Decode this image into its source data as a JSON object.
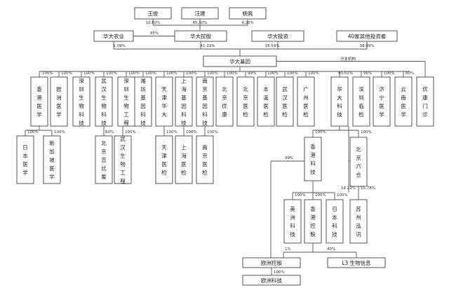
{
  "entities": {
    "wang_jun": "王俊",
    "wang_jian": "汪建",
    "yang_shuang": "杨爽",
    "huada_agri": "华大农业",
    "huada_holding": "华大控股",
    "huada_invest": "华大投资",
    "other_investors": "40家其他投资者",
    "bgi": "华大基因",
    "hk_medical": "香港医学",
    "eu_medical": "欧洲医学",
    "sz_biotech": "深圳生物科技",
    "wh_biotech": "武汉生物科技",
    "sz_bioeng": "深圳生物工程",
    "wf_gene": "潍坊基因科技",
    "tj_huada": "天津华大",
    "sh_gene": "上海基因科技",
    "nj_gene": "南京基因科技",
    "bj_youkang": "北京优康",
    "bj_lab": "北京医检",
    "benxi_lab": "本溪医检",
    "wh_lab": "武汉医检",
    "gz_lab": "广州医检",
    "huada_tech": "华大科技",
    "sz_clinical": "深圳临检",
    "jn_medical": "济宁医学",
    "yn_medical": "云南医学",
    "youkang_clinic": "优康门诊",
    "jp_medical": "日本医学",
    "sg_medical": "新加坡医学",
    "bj_jibiai": "北京吉比爱",
    "wh_bioeng": "武汉生物工程",
    "tj_lab": "天津医检",
    "sh_lab": "上海医检",
    "nj_lab": "南京医检",
    "hk_tech": "香港科技",
    "bj_liuhe": "北京六合",
    "us_tech": "美洲科技",
    "hk_holding": "香港控股",
    "jp_tech": "日本科技",
    "sz_youxun": "苏州泓讯",
    "eu_holding": "欧洲控股",
    "l3_bioinfo": "L3 生物信息",
    "eu_tech": "欧洲科技"
  },
  "labels": {
    "branch": "分支机构"
  },
  "shares": {
    "wang_jun": "10.50%",
    "wang_jian": "85.30%",
    "yang_shuang": "4.20%",
    "agri_holding": "95%",
    "agri_bgi": "1.09%",
    "holding_bgi": "41.33%",
    "invest_bgi": "18.59%",
    "others_bgi": "38.99%",
    "to_hk_medical": "100%",
    "to_eu_medical": "100%",
    "to_sz_biotech": "100%",
    "to_wh_biotech": "100%",
    "to_sz_bioeng": "100%",
    "to_wf_gene": "100%",
    "to_tj_huada": "100%",
    "to_sh_gene": "100%",
    "to_nj_gene": "100%",
    "to_bj_youkang": "100%",
    "to_bj_lab": "99%",
    "to_benxi_lab": "100%",
    "to_wh_lab": "100%",
    "to_gz_lab": "100%",
    "to_huada_tech": "90.01%",
    "to_sz_clinical": "96%",
    "to_jn_medical": "100%",
    "to_yn_medical": "80%",
    "to_jp_medical": "100%",
    "to_sg_medical": "100%",
    "to_bj_jibiai": "60%",
    "to_wh_bioeng": "100%",
    "to_tj_lab": "100%",
    "to_sh_lab": "100%",
    "to_nj_lab": "100%",
    "to_hk_tech": "100%",
    "to_bj_liuhe": "100%",
    "liuhe_a": "14.22%",
    "liuhe_b": "15.78%",
    "to_us_tech": "100%",
    "to_hk_holding": "100%",
    "to_jp_tech": "100%",
    "hk_tech_eu": "99%",
    "hkh_eu": "1%",
    "to_l3": "40%",
    "to_eu_tech": "100%"
  }
}
